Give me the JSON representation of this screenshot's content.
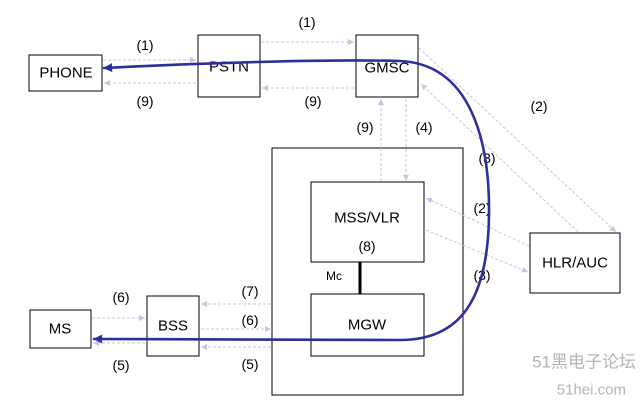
{
  "nodes": {
    "phone": "PHONE",
    "pstn": "PSTN",
    "gmsc": "GMSC",
    "mss_vlr": "MSS/VLR",
    "mgw": "MGW",
    "hlr_auc": "HLR/AUC",
    "ms": "MS",
    "bss": "BSS"
  },
  "interface_label": "Mc",
  "steps": {
    "phone_to_pstn": "(1)",
    "pstn_to_phone": "(9)",
    "pstn_to_gmsc": "(1)",
    "gmsc_to_pstn": "(9)",
    "gmsc_to_hlr": "(2)",
    "hlr_to_gmsc": "(3)",
    "mss_to_gmsc": "(9)",
    "gmsc_to_mss": "(4)",
    "hlr_to_mss": "(2)",
    "mss_to_hlr": "(3)",
    "mss_to_mgw": "(8)",
    "ms_to_bss": "(6)",
    "bss_to_ms": "(5)",
    "core_to_bss_7": "(7)",
    "bss_to_core_6": "(6)",
    "core_to_bss_5": "(5)"
  },
  "watermark": {
    "site_name": "51黑电子论坛",
    "domain": "51hei.com"
  },
  "colors": {
    "bearer_path": "#2f2f9c",
    "signaling": "#c6c4e3",
    "border": "#000000",
    "watermark": "#b4b4b4"
  }
}
